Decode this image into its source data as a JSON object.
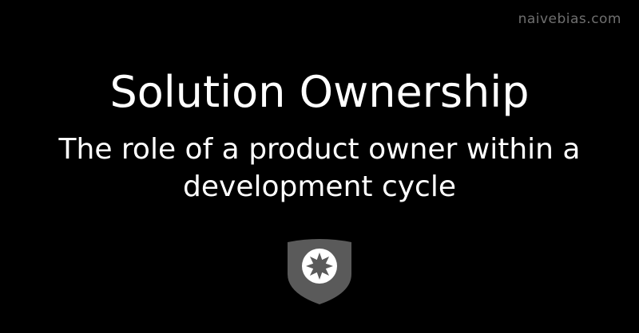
{
  "header": {
    "site_name": "naivebias.com"
  },
  "main": {
    "title": "Solution Ownership",
    "subtitle": "The role of a product owner within a development cycle"
  },
  "logo": {
    "icon": "shield-star-icon",
    "shield_color": "#5a5a5a",
    "circle_color": "#ffffff",
    "star_color": "#5a5a5a"
  },
  "colors": {
    "background": "#000000",
    "text": "#ffffff",
    "site_name": "#6f6f6f"
  }
}
